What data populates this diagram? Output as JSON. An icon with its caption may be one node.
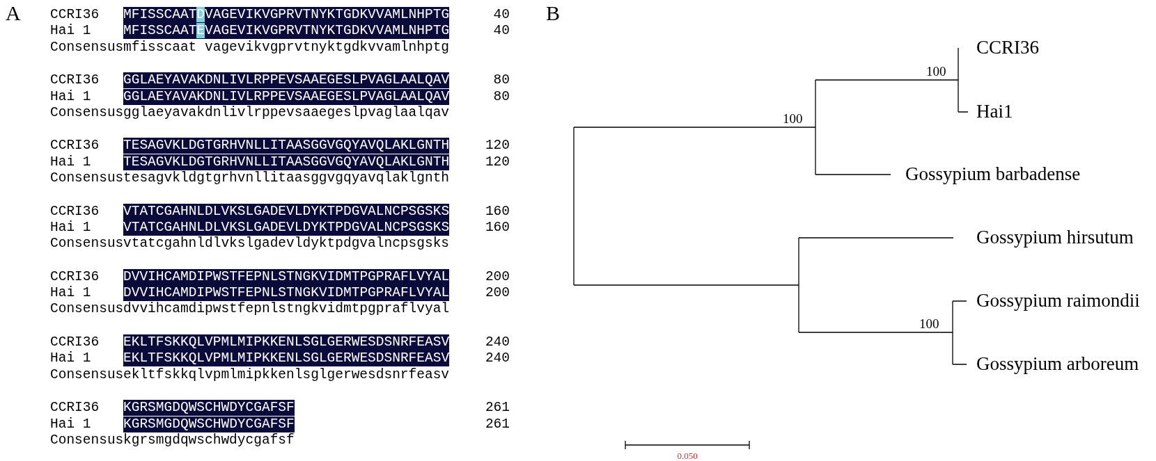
{
  "diagram": {
    "labels": [
      "A",
      "CCRI36",
      "MFISSCAATDVAGEVIKVGPRVTNYKTGDKVVAMLNHPTG",
      "40",
      "Hai 1",
      "MFISSCAATEVAGEVIKVGPRVTNYKTGDKVVAMLNHPTG",
      "40",
      "Consensus",
      "mfisscaat vagevikvgprvtnyktgdkvvamlnhptg",
      "CCRI36",
      "GGLAEYAVAKDNLIVLRPPEVSAAEGESLPVAGLAALQAV",
      "80",
      "Hai 1",
      "GGLAEYAVAKDNLIVLRPPEVSAAEGESLPVAGLAALQAV",
      "80",
      "Consensus",
      "gglaeyavakdnlivlrppevsaaegeslpvaglaalqav",
      "CCRI36",
      "TESAGVKLDGTGRHVNLLITAASGGVGQYAVQLAKLGNTH",
      "120",
      "Hai 1",
      "TESAGVKLDGTGRHVNLLITAASGGVGQYAVQLAKLGNTH",
      "120",
      "Consensus",
      "tesagvkldgtgrhvnllitaasggvgqyavqlaklgnth",
      "CCRI36",
      "VTATCGAHNLDLVKSLGADEVLDYKTPDGVALNCPSGSKS",
      "160",
      "Hai 1",
      "VTATCGAHNLDLVKSLGADEVLDYKTPDGVALNCPSGSKS",
      "160",
      "Consensus",
      "vtatcgahnldlvkslgadevldyktpdgvalncpsgsks",
      "CCRI36",
      "DVVIHCAMDIPWSTFEPNLSTNGKVIDMTPGPRAFLVYAL",
      "200",
      "Hai 1",
      "DVVIHCAMDIPWSTFEPNLSTNGKVIDMTPGPRAFLVYAL",
      "200",
      "Consensus",
      "dvvihcamdipwstfepnlstngkvidmtpgpraflvyal",
      "CCRI36",
      "EKLTFSKKQLVPMLMIPKKENLSGLGERWESDSNRFEASV",
      "240",
      "Hai 1",
      "EKLTFSKKQLVPMLMIPKKENLSGLGERWESDSNRFEASV",
      "240",
      "Consensus",
      "ekltfskkqlvpmlmipkkenlsglgerwesdsnrfeasv",
      "CCRI36",
      "KGRSMGDQWSCHWDYCGAFSF",
      "261",
      "Hai 1",
      "KGRSMGDQWSCHWDYCGAFSF",
      "261",
      "Consensus",
      "kgrsmgdqwschwdycgafsf",
      "B",
      "CCRI36",
      "100",
      "Hai1",
      "100",
      "Gossypium barbadense",
      "Gossypium hirsutum",
      "Gossypium raimondii",
      "100",
      "Gossypium arboreum",
      "0.050"
    ]
  }
}
